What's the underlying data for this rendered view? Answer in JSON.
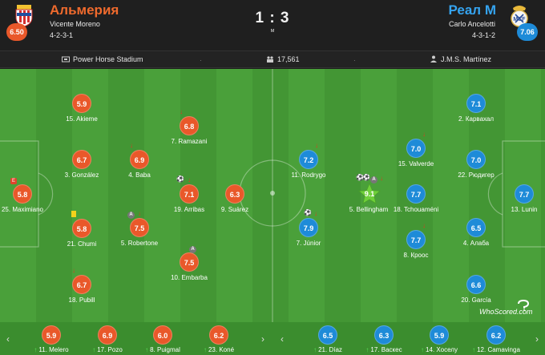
{
  "header": {
    "home": {
      "name": "Альмерия",
      "coach": "Vicente Moreno",
      "formation": "4-2-3-1",
      "rating": "6.50"
    },
    "away": {
      "name": "Реал М",
      "coach": "Carlo Ancelotti",
      "formation": "4-3-1-2",
      "rating": "7.06"
    },
    "score": "1 : 3",
    "status": "м"
  },
  "info": {
    "stadium": "Power Horse Stadium",
    "attendance": "17,561",
    "referee": "J.M.S. Martínez",
    "separator": "·"
  },
  "players": {
    "p_maximiano": {
      "rating": "5.8",
      "number": "25.",
      "name": "Maximiano",
      "events": [
        "red-mark"
      ]
    },
    "p_akieme": {
      "rating": "5.9",
      "number": "15.",
      "name": "Akieme"
    },
    "p_gonzalez": {
      "rating": "6.7",
      "number": "3.",
      "name": "González"
    },
    "p_chumi": {
      "rating": "5.8",
      "number": "21.",
      "name": "Chumi",
      "events": [
        "yellow-card"
      ]
    },
    "p_pubill": {
      "rating": "6.7",
      "number": "18.",
      "name": "Pubill",
      "events": [
        "sub-off"
      ]
    },
    "p_baba": {
      "rating": "6.9",
      "number": "4.",
      "name": "Baba",
      "events": [
        "sub-off"
      ]
    },
    "p_robertone": {
      "rating": "7.5",
      "number": "5.",
      "name": "Robertone",
      "events": [
        "assist",
        "sub-off"
      ]
    },
    "p_ramazani": {
      "rating": "6.8",
      "number": "7.",
      "name": "Ramazani",
      "events": [
        "sub-off"
      ]
    },
    "p_arribas": {
      "rating": "7.1",
      "number": "19.",
      "name": "Arribas",
      "events": [
        "goal",
        "sub-off"
      ]
    },
    "p_embarba": {
      "rating": "7.5",
      "number": "10.",
      "name": "Embarba",
      "events": [
        "assist"
      ]
    },
    "p_suarez": {
      "rating": "6.3",
      "number": "9.",
      "name": "Suárez"
    },
    "p_rodrygo": {
      "rating": "7.2",
      "number": "11.",
      "name": "Rodrygo",
      "events": [
        "sub-off"
      ]
    },
    "p_junior": {
      "rating": "7.9",
      "number": "7.",
      "name": "Júnior",
      "events": [
        "goal",
        "sub-off"
      ]
    },
    "p_bellingham": {
      "rating": "9.1",
      "number": "5.",
      "name": "Bellingham",
      "events": [
        "goal",
        "goal",
        "assist",
        "sub-off"
      ]
    },
    "p_valverde": {
      "rating": "7.0",
      "number": "15.",
      "name": "Valverde",
      "events": [
        "sub-off"
      ]
    },
    "p_tchouameni": {
      "rating": "7.7",
      "number": "18.",
      "name": "Tchouaméni"
    },
    "p_kroos": {
      "rating": "7.7",
      "number": "8.",
      "name": "Кроос",
      "events": [
        "sub-off"
      ]
    },
    "p_carvajal": {
      "rating": "7.1",
      "number": "2.",
      "name": "Карвахал"
    },
    "p_rudiger": {
      "rating": "7.0",
      "number": "22.",
      "name": "Рюдигер"
    },
    "p_alaba": {
      "rating": "6.5",
      "number": "4.",
      "name": "Алаба"
    },
    "p_garcia": {
      "rating": "6.6",
      "number": "20.",
      "name": "García"
    },
    "p_lunin": {
      "rating": "7.7",
      "number": "13.",
      "name": "Lunin"
    }
  },
  "bench": {
    "home": [
      {
        "rating": "5.9",
        "label": "11. Melero"
      },
      {
        "rating": "6.9",
        "label": "17. Pozo"
      },
      {
        "rating": "6.0",
        "label": "8. Puigmal"
      },
      {
        "rating": "6.2",
        "label": "23. Koné"
      }
    ],
    "away": [
      {
        "rating": "6.5",
        "label": "21. Díaz"
      },
      {
        "rating": "6.3",
        "label": "17. Васкес"
      },
      {
        "rating": "5.9",
        "label": "14. Хоселу"
      },
      {
        "rating": "6.2",
        "label": "12. Camavinga"
      }
    ],
    "prev_icon": "chevron-left-icon",
    "next_icon": "chevron-right-icon"
  },
  "watermark": "WhoScored.com",
  "colors": {
    "home": "#e9582a",
    "away": "#1e8bd8",
    "pitch_light": "#4aa03a",
    "pitch_dark": "#439634",
    "star": "#6fd03a"
  }
}
